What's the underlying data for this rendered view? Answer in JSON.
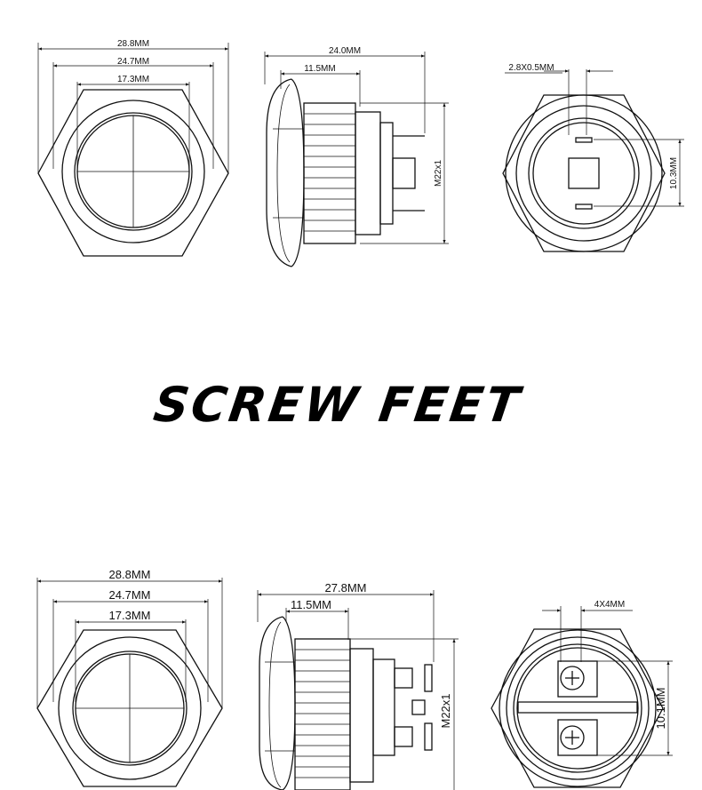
{
  "section_title": "SCREW FEET",
  "top_set": {
    "front_view": {
      "dim_outer": "28.8MM",
      "dim_middle": "24.7MM",
      "dim_inner": "17.3MM"
    },
    "side_view": {
      "dim_total": "24.0MM",
      "dim_head": "11.5MM",
      "dim_thread": "M22x1"
    },
    "back_view": {
      "dim_pin": "2.8X0.5MM",
      "dim_spacing": "10.3MM"
    }
  },
  "bottom_set": {
    "front_view": {
      "dim_outer": "28.8MM",
      "dim_middle": "24.7MM",
      "dim_inner": "17.3MM"
    },
    "side_view": {
      "dim_total": "27.8MM",
      "dim_head": "11.5MM",
      "dim_thread": "M22x1"
    },
    "back_view": {
      "dim_screw": "4X4MM",
      "dim_spacing": "10.1MM"
    }
  }
}
